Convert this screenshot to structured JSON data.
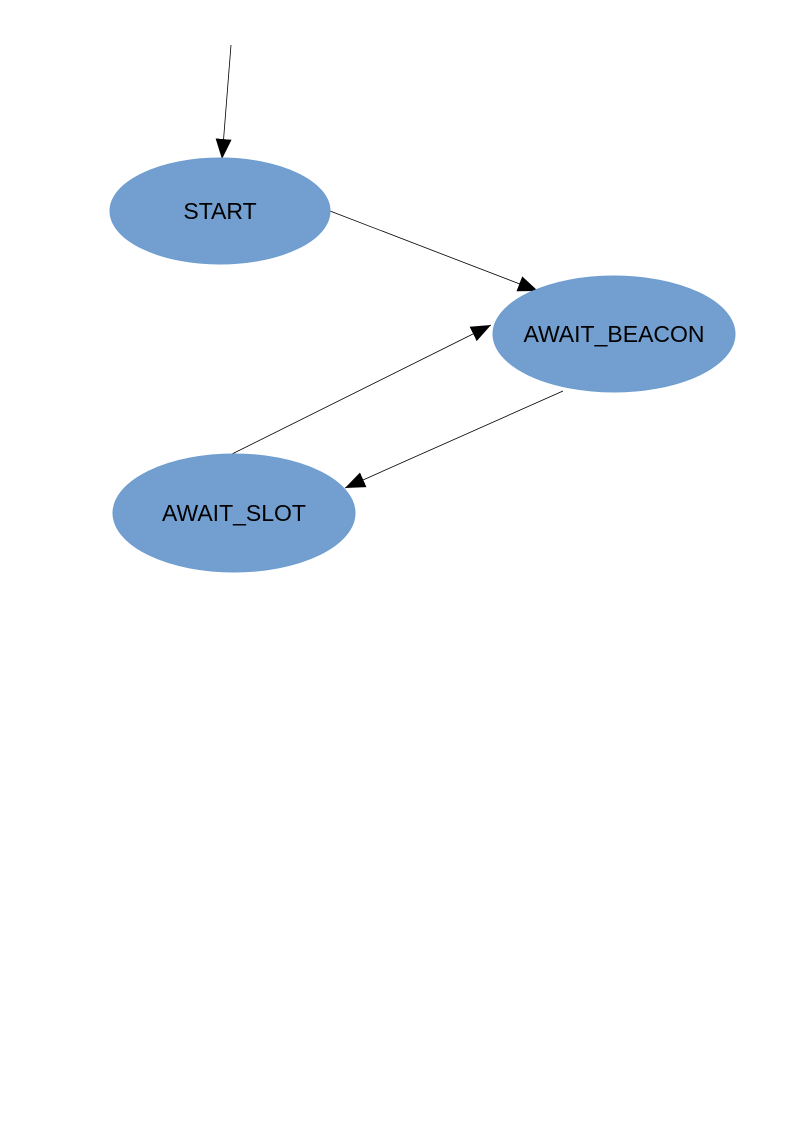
{
  "diagram": {
    "colors": {
      "node_fill": "#729fcf",
      "edge_stroke": "#000000",
      "label_text": "#000000",
      "background": "#ffffff"
    },
    "states": {
      "start": "START",
      "await_beacon": "AWAIT_BEACON",
      "await_slot": "AWAIT_SLOT"
    },
    "transitions": [
      {
        "from": "",
        "to": "START"
      },
      {
        "from": "START",
        "to": "AWAIT_BEACON"
      },
      {
        "from": "AWAIT_BEACON",
        "to": "AWAIT_SLOT"
      },
      {
        "from": "AWAIT_SLOT",
        "to": "AWAIT_BEACON"
      }
    ]
  }
}
